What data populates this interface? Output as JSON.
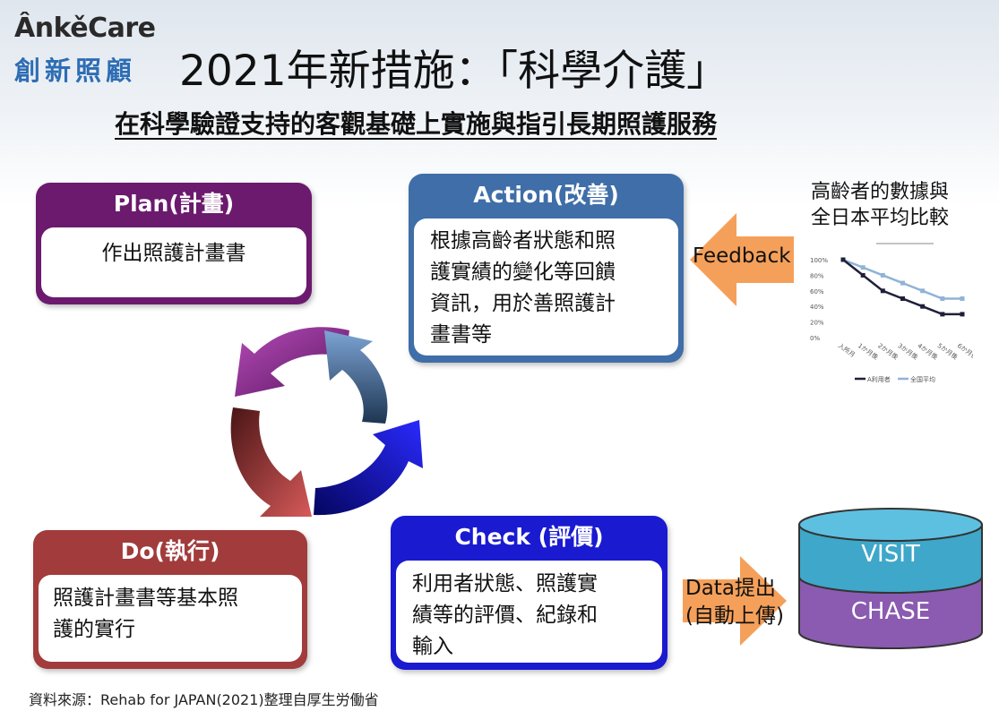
{
  "logo": {
    "name_en": "ÂnkěCare",
    "name_zh": "創新照顧"
  },
  "title": "2021年新措施：「科學介護」",
  "subtitle": "在科學驗證支持的客觀基礎上實施與指引長期照護服務",
  "plan": {
    "header": "Plan(計畫)",
    "lines": [
      "作出照護計畫書"
    ]
  },
  "action": {
    "header": "Action(改善)",
    "lines": [
      "根據高齡者狀態和照",
      "護實績的變化等回饋",
      "資訊，用於善照護計",
      "畫書等"
    ]
  },
  "do": {
    "header": "Do(執行)",
    "lines": [
      "照護計畫書等基本照",
      "護的實行"
    ]
  },
  "check": {
    "header": "Check (評價)",
    "lines": [
      "利用者狀態、照護實",
      "績等的評價、紀錄和",
      "輸入"
    ]
  },
  "feedback": {
    "label": "Feedback"
  },
  "comparison": {
    "title_lines": [
      "高齡者的數據與",
      "全日本平均比較"
    ]
  },
  "data_upload": {
    "lines": [
      "Data提出",
      "(自動上傳)"
    ]
  },
  "database": {
    "top": "VISIT",
    "bottom": "CHASE"
  },
  "source": "資料來源：Rehab for JAPAN(2021)整理自厚生労働省",
  "colors": {
    "plan": "#6b1a6e",
    "action": "#3f6ea8",
    "do": "#a23b3b",
    "check": "#1a1ad0",
    "arrow": "#f5a05a",
    "db_top": "#3fa7c9",
    "db_bottom": "#8a5bb0"
  },
  "chart_data": {
    "type": "line",
    "categories": [
      "入所月",
      "1か月後",
      "2か月後",
      "3か月後",
      "4か月後",
      "5か月後",
      "6か月後"
    ],
    "ylim": [
      0,
      100
    ],
    "yticks": [
      "100%",
      "80%",
      "60%",
      "40%",
      "20%",
      "0%"
    ],
    "series": [
      {
        "name": "A利用者",
        "color": "#1f1f3a",
        "values": [
          100,
          80,
          60,
          50,
          40,
          30,
          30
        ]
      },
      {
        "name": "全国平均",
        "color": "#8fb4d6",
        "values": [
          100,
          90,
          80,
          70,
          60,
          50,
          50
        ]
      }
    ]
  }
}
